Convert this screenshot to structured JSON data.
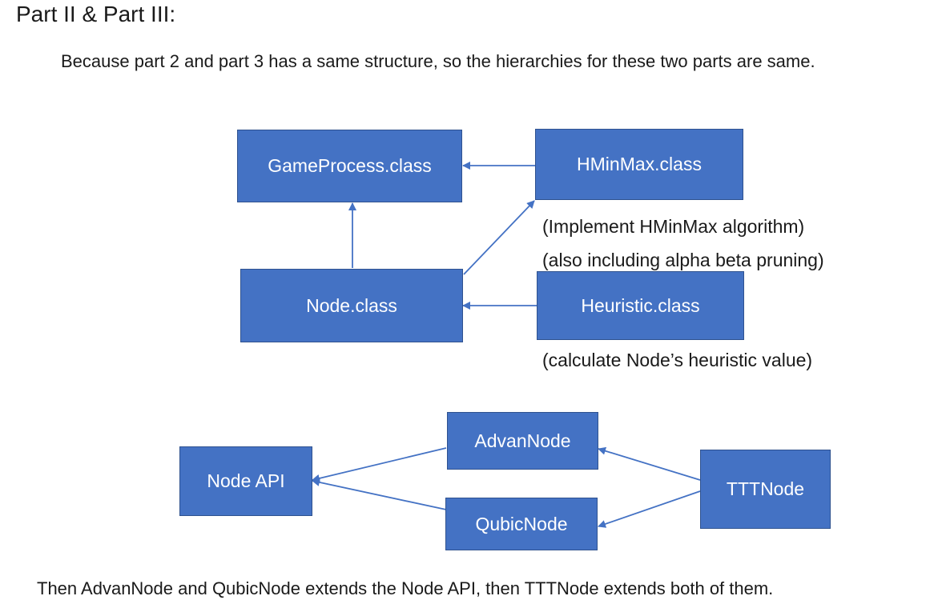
{
  "heading": "Part II & Part III:",
  "paragraph": "Because part 2 and part 3 has a same structure, so the hierarchies for these two parts are same.",
  "diagram_top": {
    "boxes": {
      "game_process": "GameProcess.class",
      "hminmax": "HMinMax.class",
      "node": "Node.class",
      "heuristic": "Heuristic.class"
    },
    "notes": {
      "hminmax_note_1": "(Implement HMinMax algorithm)",
      "hminmax_note_2": "(also including alpha beta pruning)",
      "heuristic_note": "(calculate Node’s heuristic value)"
    },
    "arrow_color": "#4472c4",
    "box_color": "#4472c4"
  },
  "diagram_bottom": {
    "boxes": {
      "node_api": "Node API",
      "advan_node": "AdvanNode",
      "qubic_node": "QubicNode",
      "ttt_node": "TTTNode"
    }
  },
  "bottom_text": "Then AdvanNode and QubicNode extends the Node API, then TTTNode extends both of them."
}
